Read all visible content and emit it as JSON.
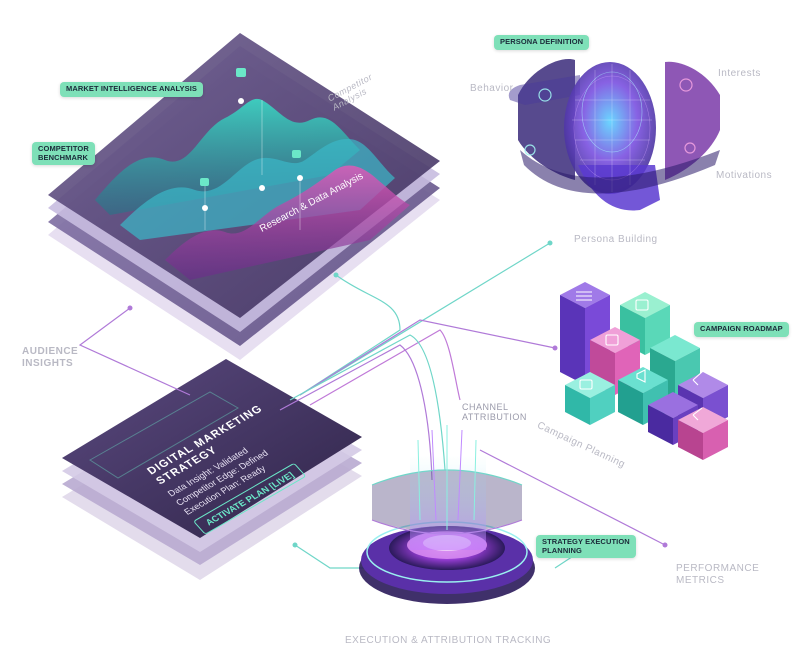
{
  "tags": {
    "market_intelligence": "MARKET INTELLIGENCE ANALYSIS",
    "competitor_benchmark": "COMPETITOR\nBENCHMARK",
    "persona_definition": "PERSONA DEFINITION",
    "campaign_roadmap": "CAMPAIGN ROADMAP",
    "strategy_execution": "STRATEGY EXECUTION\nPLANNING"
  },
  "labels": {
    "competitor_analysis": "Competitor\nAnalysis",
    "research_data": "Research & Data Analysis",
    "audience_insights": "AUDIENCE\nINSIGHTS",
    "behavior": "Behavior",
    "interests": "Interests",
    "motivations": "Motivations",
    "persona_building": "Persona Building",
    "channel_attribution": "CHANNEL\nATTRIBUTION",
    "campaign_planning": "Campaign Planning",
    "performance_metrics": "PERFORMANCE\nMETRICS",
    "execution_tracking": "EXECUTION & ATTRIBUTION TRACKING"
  },
  "strategy_card": {
    "title": "DIGITAL MARKETING\nSTRATEGY",
    "items": [
      "Data Insight: Validated",
      "Competitor Edge: Defined",
      "Execution Plan: Ready"
    ],
    "button": "ACTIVATE PLAN [LIVE]"
  },
  "colors": {
    "teal": "#37d6c0",
    "purple": "#8a3fd6",
    "magenta": "#d64fb0",
    "tag_green": "#7ee0b8",
    "panel_dark": "#4a3a6a"
  },
  "icons": [
    "idea-icon",
    "brain-icon",
    "refresh-icon",
    "heart-hand-icon",
    "calendar-icon",
    "chat-icon",
    "megaphone-icon",
    "rocket-icon",
    "list-icon"
  ]
}
